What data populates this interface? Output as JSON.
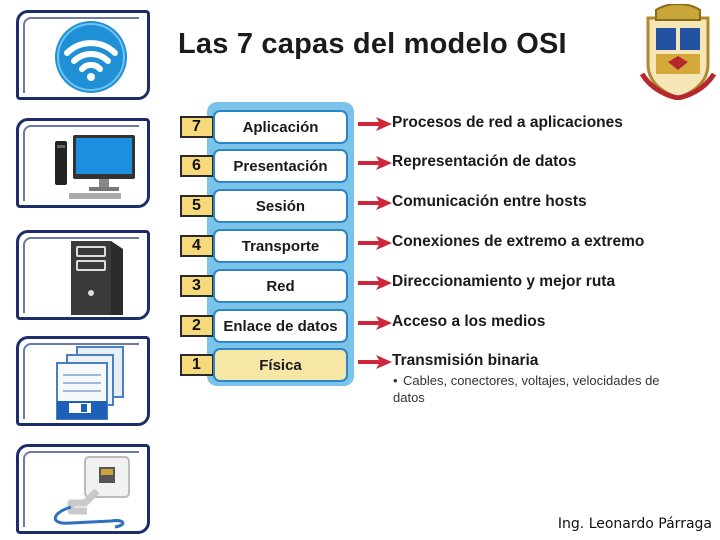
{
  "title": "Las 7 capas del modelo OSI",
  "layers": [
    {
      "number": "7",
      "name": "Aplicación",
      "description": "Procesos de red a aplicaciones"
    },
    {
      "number": "6",
      "name": "Presentación",
      "description": "Representación de datos"
    },
    {
      "number": "5",
      "name": "Sesión",
      "description": "Comunicación entre hosts"
    },
    {
      "number": "4",
      "name": "Transporte",
      "description": "Conexiones de extremo a extremo"
    },
    {
      "number": "3",
      "name": "Red",
      "description": "Direccionamiento y mejor ruta"
    },
    {
      "number": "2",
      "name": "Enlace de datos",
      "description": "Acceso a los medios"
    },
    {
      "number": "1",
      "name": "Física",
      "description": "Transmisión binaria"
    }
  ],
  "physical_bullet": "Cables, conectores, voltajes, velocidades de datos",
  "footer_author": "Ing. Leonardo Párraga",
  "colors": {
    "stack_frame": "#7cc3ea",
    "number_fill": "#f5d97a",
    "highlight_fill": "#f6e7a6",
    "arrow": "#d0263b",
    "tile_border": "#1d2c6b"
  },
  "tiles": [
    "wifi-icon",
    "desktop-computer-icon",
    "server-tower-icon",
    "floppy-disks-icon",
    "ethernet-port-icon"
  ]
}
